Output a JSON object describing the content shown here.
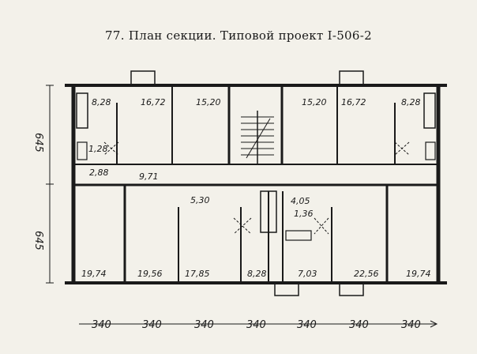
{
  "title": "77. План секции. Типовой проект I-506-2",
  "rooms": {
    "top": [
      "8,28",
      "16,72",
      "15,20",
      "15,20",
      "16,72",
      "8,28"
    ],
    "mid_left": [
      "1,28",
      "2,88",
      "9,71"
    ],
    "mid_center": [
      "5,30",
      "4,05",
      "1,36"
    ],
    "bottom": [
      "19,74",
      "19,56",
      "17,85",
      "8,28",
      "7,03",
      "22,56",
      "19,74"
    ]
  },
  "dimensions": {
    "vertical": [
      "645",
      "645"
    ],
    "horizontal": [
      "340",
      "340",
      "340",
      "340",
      "340",
      "340",
      "340"
    ]
  }
}
